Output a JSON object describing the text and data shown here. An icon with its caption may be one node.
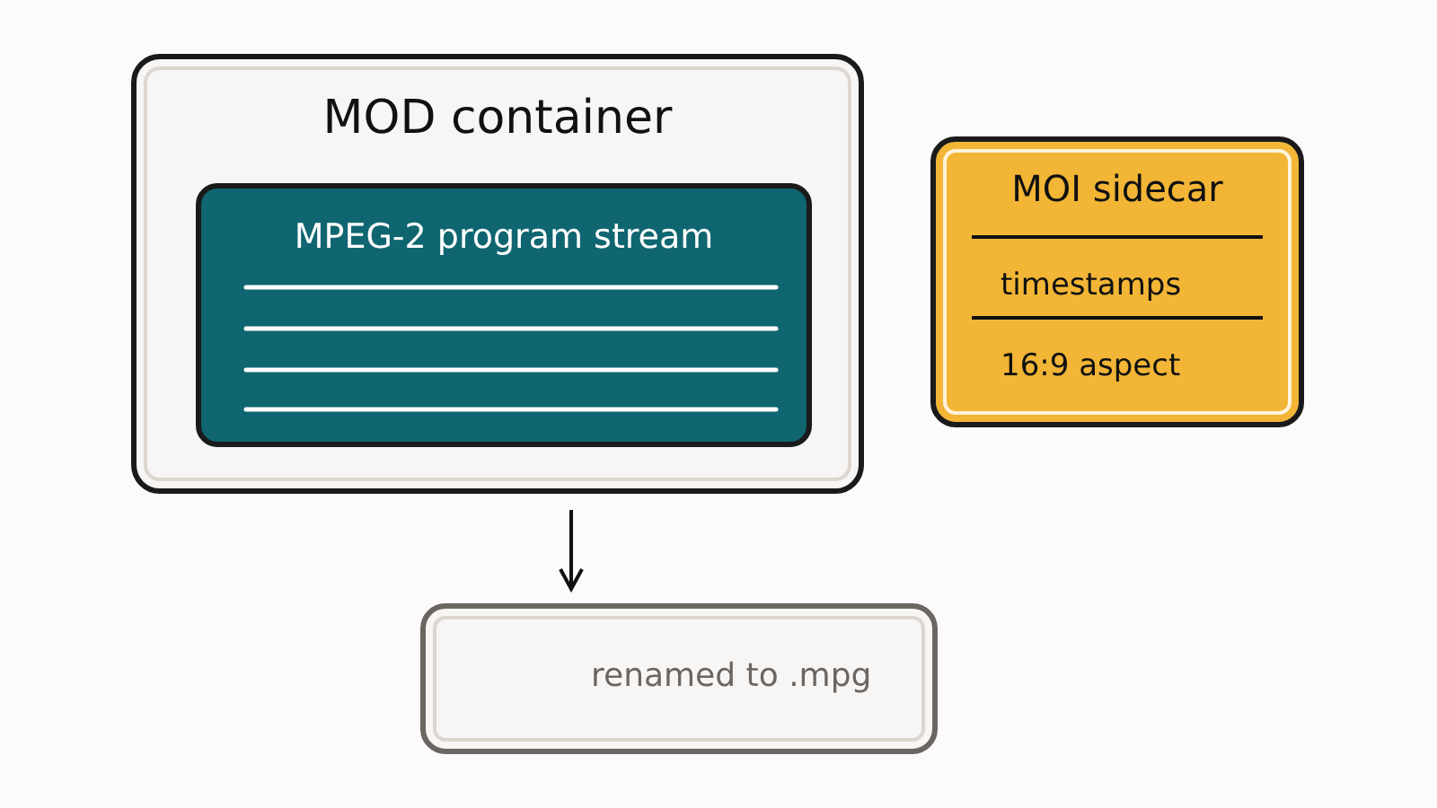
{
  "diagram": {
    "nodes": [
      {
        "text": [
          "MOD container"
        ]
      },
      {
        "text": [
          "MPEG-2 program stream"
        ],
        "in": 0
      },
      {
        "text": [
          "MOI sidecar",
          "timestamps",
          "16:9 aspect"
        ]
      },
      {
        "text": [
          "renamed to .mpg"
        ]
      }
    ],
    "edges": [
      {
        "from": 0,
        "to": 3,
        "arrow": "to"
      }
    ]
  }
}
